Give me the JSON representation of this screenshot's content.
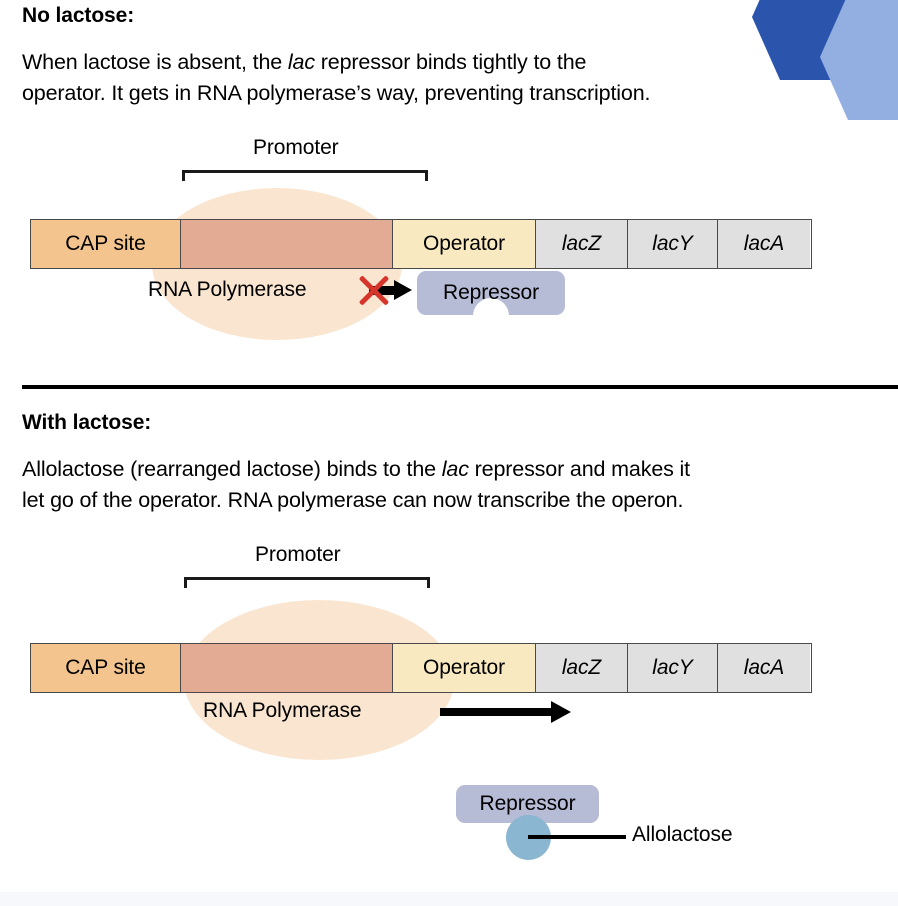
{
  "decor": {
    "hex_dark_color": "#2b55ad",
    "hex_light_color": "#93aee0"
  },
  "palette": {
    "cap_site": "#f3c48e",
    "promoter": "#e3ab93",
    "operator": "#f8e9c0",
    "gene": "#e0e0e0",
    "rna_polymerase_blob": "#fae6d0",
    "repressor": "#b7bcd6",
    "allolactose": "#8ab6d1",
    "block_x": "#d6352b"
  },
  "panels": [
    {
      "id": "no-lactose",
      "heading": "No lactose:",
      "body_line_1_a": "When lactose is absent, the ",
      "body_line_1_em": "lac",
      "body_line_1_b": " repressor binds tightly to the",
      "body_line_2": "operator. It gets in RNA polymerase’s way, preventing transcription.",
      "promoter_label": "Promoter",
      "rnap_label": "RNA Polymerase",
      "repressor_label": "Repressor",
      "map": [
        {
          "label": "CAP site",
          "kind": "cap"
        },
        {
          "label": "",
          "kind": "promoter"
        },
        {
          "label": "Operator",
          "kind": "operator"
        },
        {
          "label": "lacZ",
          "kind": "lac"
        },
        {
          "label": "lacY",
          "kind": "lac"
        },
        {
          "label": "lacA",
          "kind": "lac"
        }
      ],
      "transcription_blocked": true
    },
    {
      "id": "with-lactose",
      "heading": "With lactose:",
      "body_line_1_a": "Allolactose (rearranged lactose) binds to the ",
      "body_line_1_em": "lac",
      "body_line_1_b": " repressor and makes it",
      "body_line_2": "let go of the operator. RNA polymerase can now transcribe the operon.",
      "promoter_label": "Promoter",
      "rnap_label": "RNA Polymerase",
      "repressor_label": "Repressor",
      "allolactose_label": "Allolactose",
      "map": [
        {
          "label": "CAP site",
          "kind": "cap"
        },
        {
          "label": "",
          "kind": "promoter"
        },
        {
          "label": "Operator",
          "kind": "operator"
        },
        {
          "label": "lacZ",
          "kind": "lac"
        },
        {
          "label": "lacY",
          "kind": "lac"
        },
        {
          "label": "lacA",
          "kind": "lac"
        }
      ],
      "transcription_blocked": false
    }
  ]
}
